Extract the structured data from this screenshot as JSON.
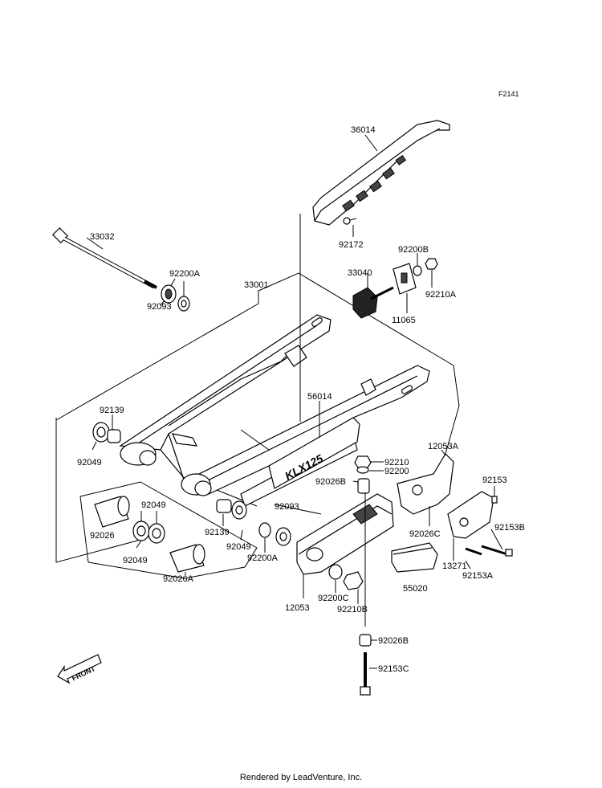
{
  "diagram_code": "F2141",
  "footer": "Rendered by LeadVenture, Inc.",
  "front_arrow": "FRONT",
  "decal_text": "KLX125",
  "parts": {
    "p36014": "36014",
    "p92172": "92172",
    "p33032": "33032",
    "p92200A_top": "92200A",
    "p92093_top": "92093",
    "p33001": "33001",
    "p33040": "33040",
    "p92200B": "92200B",
    "p92210A": "92210A",
    "p11065": "11065",
    "p92139_left": "92139",
    "p92049_left": "92049",
    "p56014": "56014",
    "p92210": "92210",
    "p92200": "92200",
    "p12053A": "12053A",
    "p92026B_mid": "92026B",
    "p92153": "92153",
    "p92049_a": "92049",
    "p92093_mid": "92093",
    "p92026": "92026",
    "p92049_b": "92049",
    "p92139_mid": "92139",
    "p92049_c": "92049",
    "p92200A_mid": "92200A",
    "p92026C": "92026C",
    "p92153B": "92153B",
    "p92026A": "92026A",
    "p13271": "13271",
    "p92153A": "92153A",
    "p55020": "55020",
    "p12053": "12053",
    "p92200C": "92200C",
    "p92210B": "92210B",
    "p92026B_bot": "92026B",
    "p92153C": "92153C"
  }
}
